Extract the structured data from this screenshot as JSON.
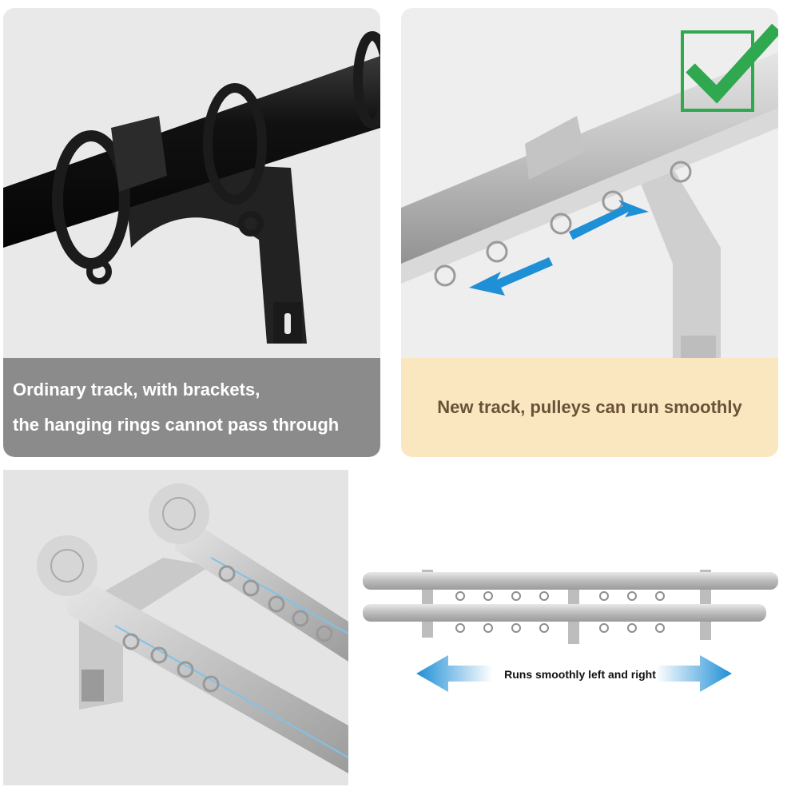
{
  "panels": {
    "ordinary": {
      "line1": "Ordinary track, with brackets,",
      "line2": "the hanging rings cannot pass through",
      "caption_bg": "#8b8b8b"
    },
    "new": {
      "caption": "New track, pulleys can run smoothly",
      "caption_bg": "#fbe7bf",
      "check_color": "#2fa84f"
    },
    "double": {
      "arrow_caption": "Runs smoothly left and right",
      "arrow_color": "#1f8fd6"
    }
  }
}
